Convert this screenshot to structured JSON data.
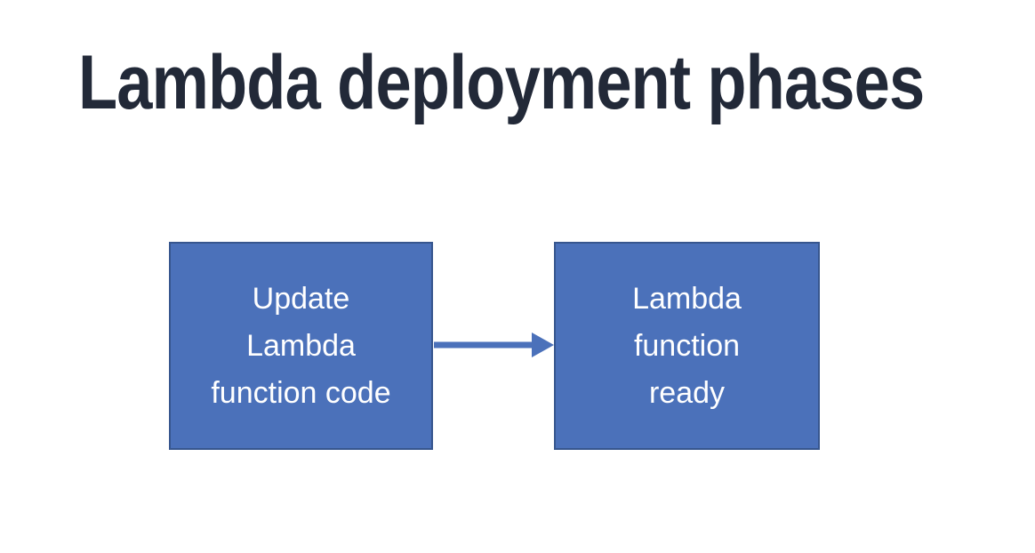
{
  "slide": {
    "title": "Lambda deployment phases"
  },
  "diagram": {
    "boxes": [
      {
        "id": "update-lambda-function-code",
        "text": "Update Lambda function code",
        "lines": [
          "Update",
          "Lambda",
          "function code"
        ]
      },
      {
        "id": "lambda-function-ready",
        "text": "Lambda function ready",
        "lines": [
          "Lambda",
          "function",
          "ready"
        ]
      }
    ],
    "arrow": {
      "from": "update-lambda-function-code",
      "to": "lambda-function-ready",
      "direction": "right"
    },
    "colors": {
      "box_fill": "#4b71ba",
      "box_border": "#37568e",
      "arrow": "#4b71ba",
      "box_text": "#ffffff",
      "title_text": "#222938",
      "background": "#ffffff"
    }
  }
}
